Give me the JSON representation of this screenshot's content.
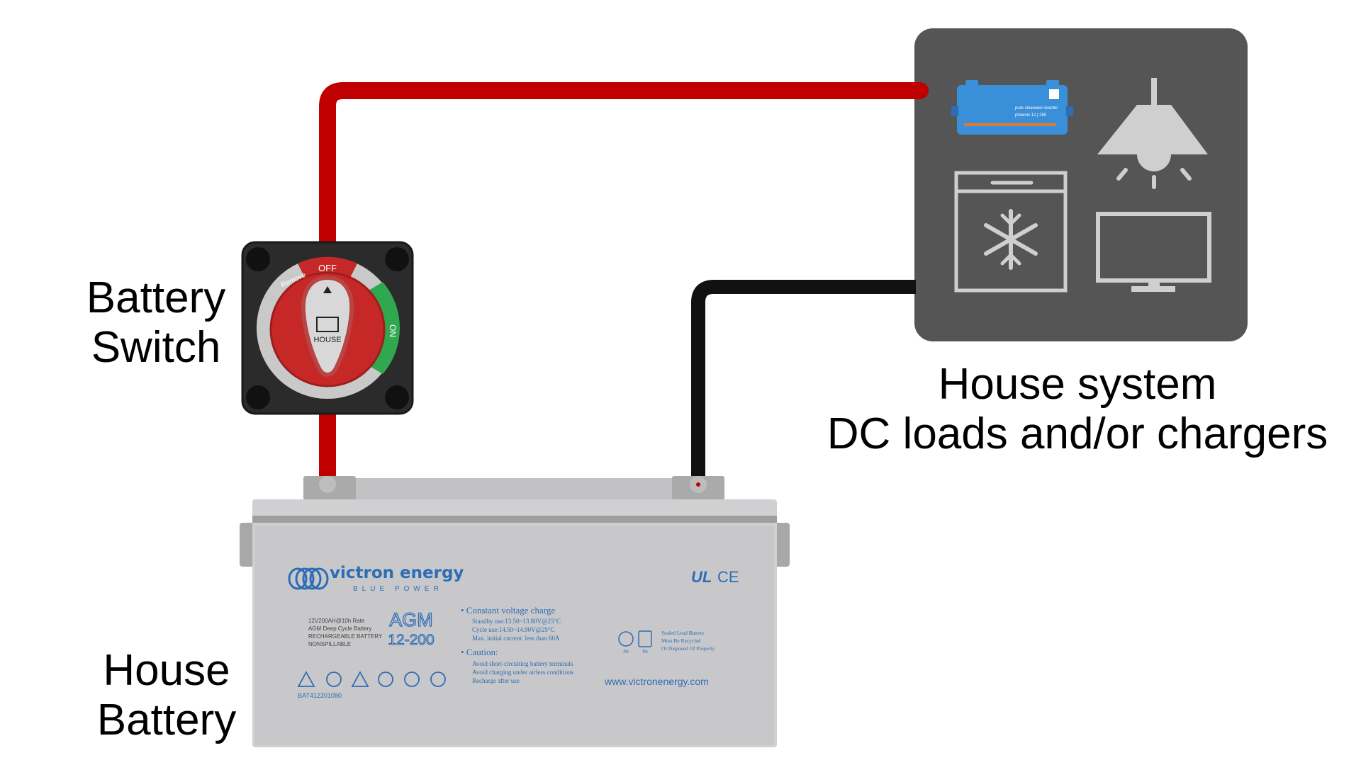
{
  "labels": {
    "switch_line1": "Battery",
    "switch_line2": "Switch",
    "battery_line1": "House",
    "battery_line2": "Battery",
    "house_line1": "House system",
    "house_line2": "DC loads and/or chargers"
  },
  "switch": {
    "off": "OFF",
    "on": "ON",
    "remove": "Remove",
    "house": "HOUSE"
  },
  "inverter": {
    "line1": "pure sinewave inverter",
    "line2": "phoenix 12 | 250"
  },
  "battery": {
    "brand": "victron energy",
    "tagline": "BLUE POWER",
    "specs": [
      "12V200AH@10h Rate",
      "AGM Deep Cycle Battery",
      "RECHARGEABLE BATTERY",
      "NONSPILLABLE"
    ],
    "model_line1": "AGM",
    "model_line2": "12-200",
    "charge_heading": "• Constant voltage charge",
    "charge_lines": [
      "Standby use:13.50~13.80V@25°C",
      "Cycle    use:14.50~14.90V@25°C",
      "Max. initial current: less than 60A"
    ],
    "caution_heading": "• Caution:",
    "caution_lines": [
      "Avoid short-circuiting battery terminals",
      "Avoid charging under airless conditions",
      "Recharge  after use"
    ],
    "sealed_lines": [
      "Sealed Lead Battery",
      "Must Be Recycled",
      "Or Disposed Of Properly"
    ],
    "pb_label": "Pb",
    "serial": "BAT412201080",
    "website": "www.victronenergy.com",
    "ul_mark": "UL",
    "ce_mark": "CE"
  },
  "colors": {
    "positive_cable": "#c00000",
    "negative_cable": "#111111",
    "panel_bg": "#555555",
    "icon_color": "#cfcfcf",
    "battery_body": "#d0d0d2",
    "victron_blue": "#2d6db5",
    "switch_red": "#c62828",
    "switch_on_green": "#2fa84f"
  }
}
